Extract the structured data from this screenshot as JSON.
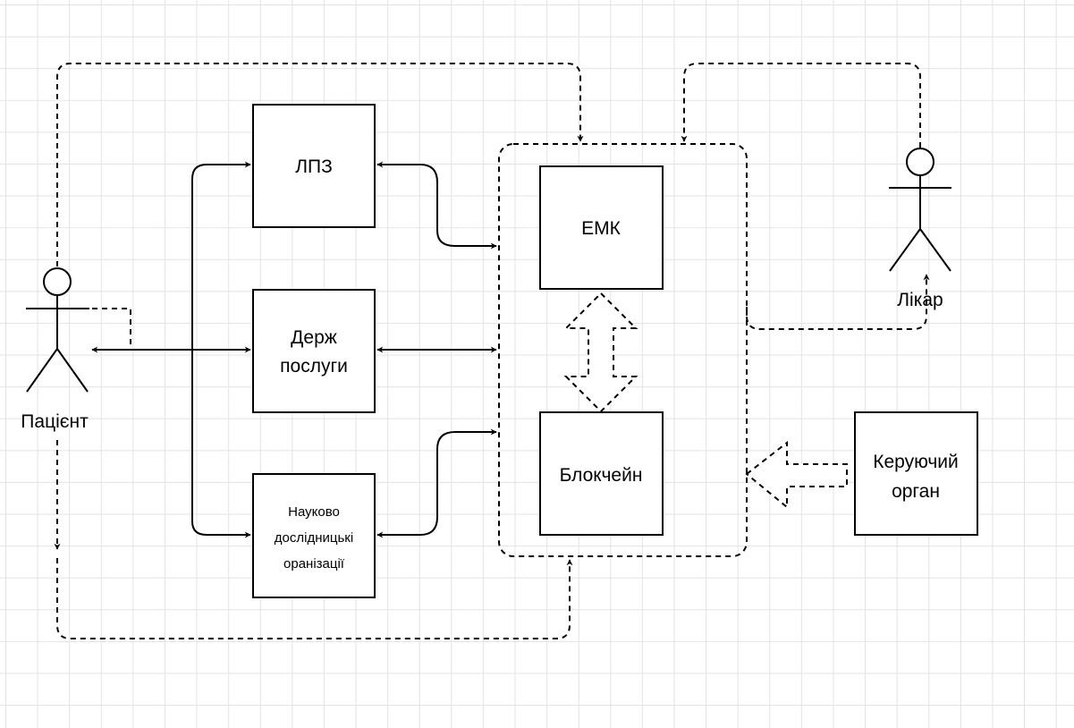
{
  "actors": {
    "patient": {
      "label": "Пацієнт"
    },
    "doctor": {
      "label": "Лікар"
    }
  },
  "boxes": {
    "lpz": {
      "label": "ЛПЗ"
    },
    "gov_services": {
      "lines": [
        "Держ",
        "послуги"
      ]
    },
    "research": {
      "lines": [
        "Науково",
        "дослідницькі",
        "оранізації"
      ]
    },
    "emk": {
      "label": "ЕМК"
    },
    "blockchain": {
      "label": "Блокчейн"
    },
    "governing_body": {
      "lines": [
        "Керуючий",
        "орган"
      ]
    }
  },
  "colors": {
    "stroke": "#000000",
    "grid": "#e3e3e3",
    "background": "#ffffff"
  }
}
